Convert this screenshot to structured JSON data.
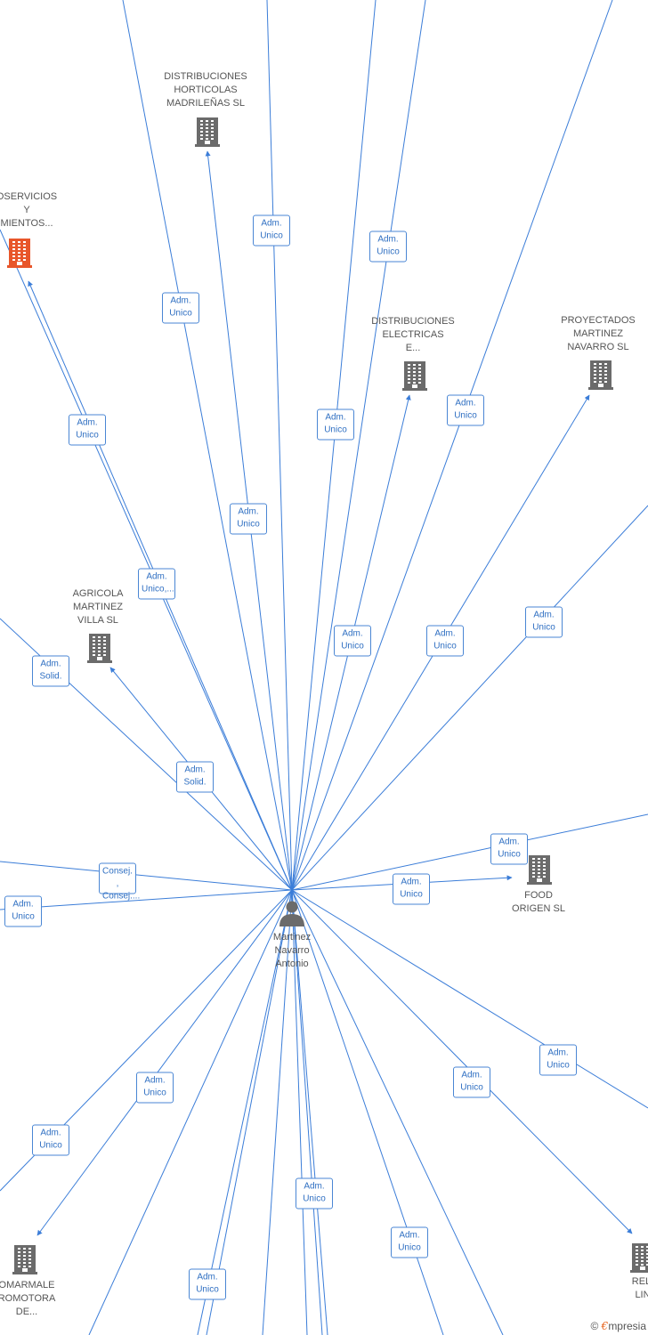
{
  "center": {
    "lines": [
      "Martinez",
      "Navarro",
      "Antonio"
    ]
  },
  "companies": [
    {
      "id": "dhm",
      "lines": [
        "DISTRIBUCIONES",
        "HORTICOLAS",
        "MADRILEÑAS SL"
      ],
      "color": "#6b6b6b"
    },
    {
      "id": "serv",
      "lines": [
        "OSERVICIOS",
        "Y",
        "MIENTOS..."
      ],
      "color": "#e8562a"
    },
    {
      "id": "dee",
      "lines": [
        "DISTRIBUCIONES",
        "ELECTRICAS",
        "E..."
      ],
      "color": "#6b6b6b"
    },
    {
      "id": "pmn",
      "lines": [
        "PROYECTADOS",
        "MARTINEZ",
        "NAVARRO SL"
      ],
      "color": "#6b6b6b"
    },
    {
      "id": "amv",
      "lines": [
        "AGRICOLA",
        "MARTINEZ",
        "VILLA SL"
      ],
      "color": "#6b6b6b"
    },
    {
      "id": "food",
      "lines": [
        "FOOD",
        "ORIGEN  SL"
      ],
      "color": "#6b6b6b"
    },
    {
      "id": "omar",
      "lines": [
        "OMARMALE",
        "ROMOTORA",
        "DE..."
      ],
      "color": "#6b6b6b"
    },
    {
      "id": "reli",
      "lines": [
        "RELI",
        "LIN"
      ],
      "color": "#6b6b6b"
    }
  ],
  "edge_labels": [
    [
      "Adm.",
      "Unico"
    ],
    [
      "Adm.",
      "Unico"
    ],
    [
      "Adm.",
      "Unico"
    ],
    [
      "Adm.",
      "Unico"
    ],
    [
      "Adm.",
      "Unico"
    ],
    [
      "Adm.",
      "Unico"
    ],
    [
      "Adm.",
      "Unico"
    ],
    [
      "Adm.",
      "Unico,..."
    ],
    [
      "Adm.",
      "Unico"
    ],
    [
      "Adm.",
      "Unico"
    ],
    [
      "Adm.",
      "Unico"
    ],
    [
      "Adm.",
      "Solid."
    ],
    [
      "Adm.",
      "Solid."
    ],
    [
      "Consej. ,",
      "Consej...."
    ],
    [
      "Adm.",
      "Unico"
    ],
    [
      "Adm.",
      "Unico"
    ],
    [
      "Adm.",
      "Unico"
    ],
    [
      "Adm.",
      "Unico"
    ],
    [
      "Adm.",
      "Unico"
    ],
    [
      "Adm.",
      "Unico"
    ],
    [
      "Adm.",
      "Unico"
    ],
    [
      "Adm.",
      "Unico"
    ],
    [
      "Adm.",
      "Unico"
    ],
    [
      "Adm.",
      "Unico"
    ]
  ],
  "footer": {
    "copyright": "©",
    "brand_initial": "€",
    "brand_rest": "mpresia"
  },
  "colors": {
    "edge": "#3b7dd8",
    "node": "#6b6b6b",
    "highlight": "#e8562a"
  }
}
